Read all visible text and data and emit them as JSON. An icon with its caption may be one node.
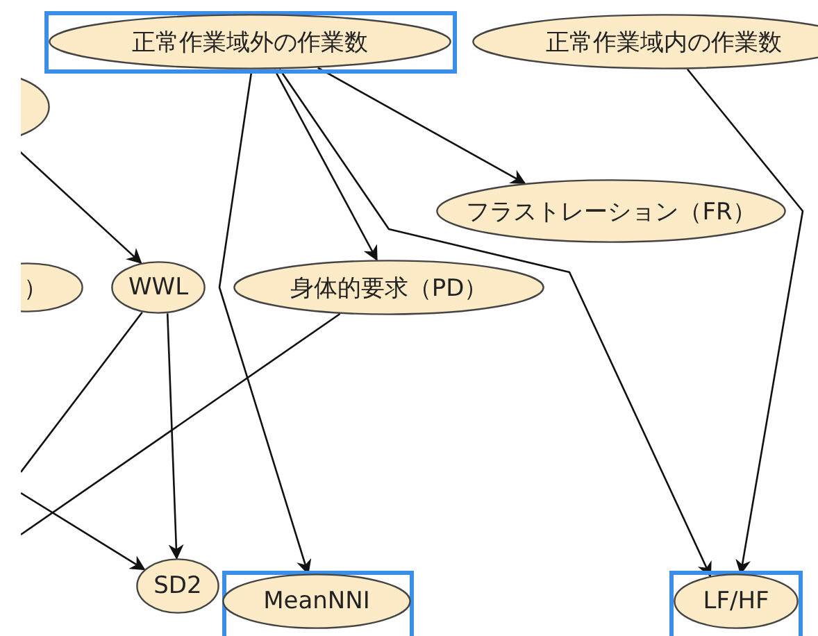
{
  "diagram": {
    "nodes": [
      {
        "text": [],
        "shape": "box"
      },
      {
        "text": [
          "正常作業域外の作業数"
        ],
        "in": 0
      },
      {
        "text": [
          "正常作業域内の作業数"
        ]
      },
      {
        "text": [],
        "shape": "ellipse"
      },
      {
        "text": [
          "フラストレーション（FR）"
        ]
      },
      {
        "text": [
          "）"
        ]
      },
      {
        "text": [
          "WWL"
        ]
      },
      {
        "text": [
          "身体的要求（PD）"
        ]
      },
      {
        "text": [
          "SD2"
        ]
      },
      {
        "text": [],
        "shape": "box"
      },
      {
        "text": [
          "MeanNNI"
        ],
        "in": 9
      },
      {
        "text": [],
        "shape": "box"
      },
      {
        "text": [
          "LF/HF"
        ],
        "in": 11
      }
    ],
    "edges": [
      {
        "from": 1,
        "to": 4,
        "arrow": "to"
      },
      {
        "from": 1,
        "to": 7,
        "arrow": "to"
      },
      {
        "from": 1,
        "to": 12,
        "arrow": "to"
      },
      {
        "from": 1,
        "to": 10,
        "arrow": "to"
      },
      {
        "from": 2,
        "to": 12,
        "arrow": "to"
      },
      {
        "from": 3,
        "to": 6,
        "arrow": "to"
      },
      {
        "from": 6,
        "to": 8,
        "arrow": "to"
      },
      {
        "from": 6,
        "to": null,
        "arrow": "none"
      },
      {
        "from": 7,
        "to": null,
        "arrow": "none"
      },
      {
        "from": null,
        "to": 8,
        "arrow": "to"
      }
    ]
  }
}
